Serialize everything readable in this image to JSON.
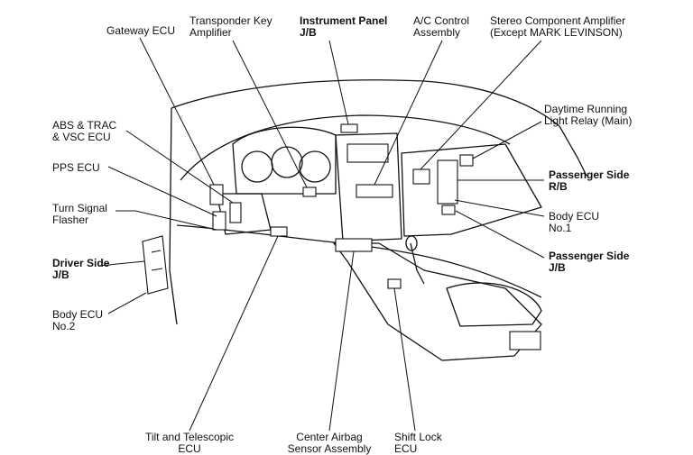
{
  "labels": {
    "gateway_ecu": "Gateway ECU",
    "transponder_key_amplifier": "Transponder Key\nAmplifier",
    "instrument_panel_jb": "Instrument Panel\nJ/B",
    "ac_control_assembly": "A/C Control\nAssembly",
    "stereo_component_amplifier": "Stereo Component Amplifier\n(Except MARK LEVINSON)",
    "daytime_running_light_relay": "Daytime Running\nLight Relay (Main)",
    "abs_trac_vsc_ecu": "ABS & TRAC\n& VSC ECU",
    "pps_ecu": "PPS ECU",
    "turn_signal_flasher": "Turn Signal\nFlasher",
    "driver_side_jb": "Driver Side\nJ/B",
    "body_ecu_no2": "Body ECU\nNo.2",
    "passenger_side_rb": "Passenger Side\nR/B",
    "body_ecu_no1": "Body ECU\nNo.1",
    "passenger_side_jb": "Passenger Side\nJ/B",
    "tilt_telescopic_ecu": "Tilt and Telescopic\nECU",
    "center_airbag_sensor": "Center Airbag\nSensor Assembly",
    "shift_lock_ecu": "Shift Lock\nECU"
  }
}
